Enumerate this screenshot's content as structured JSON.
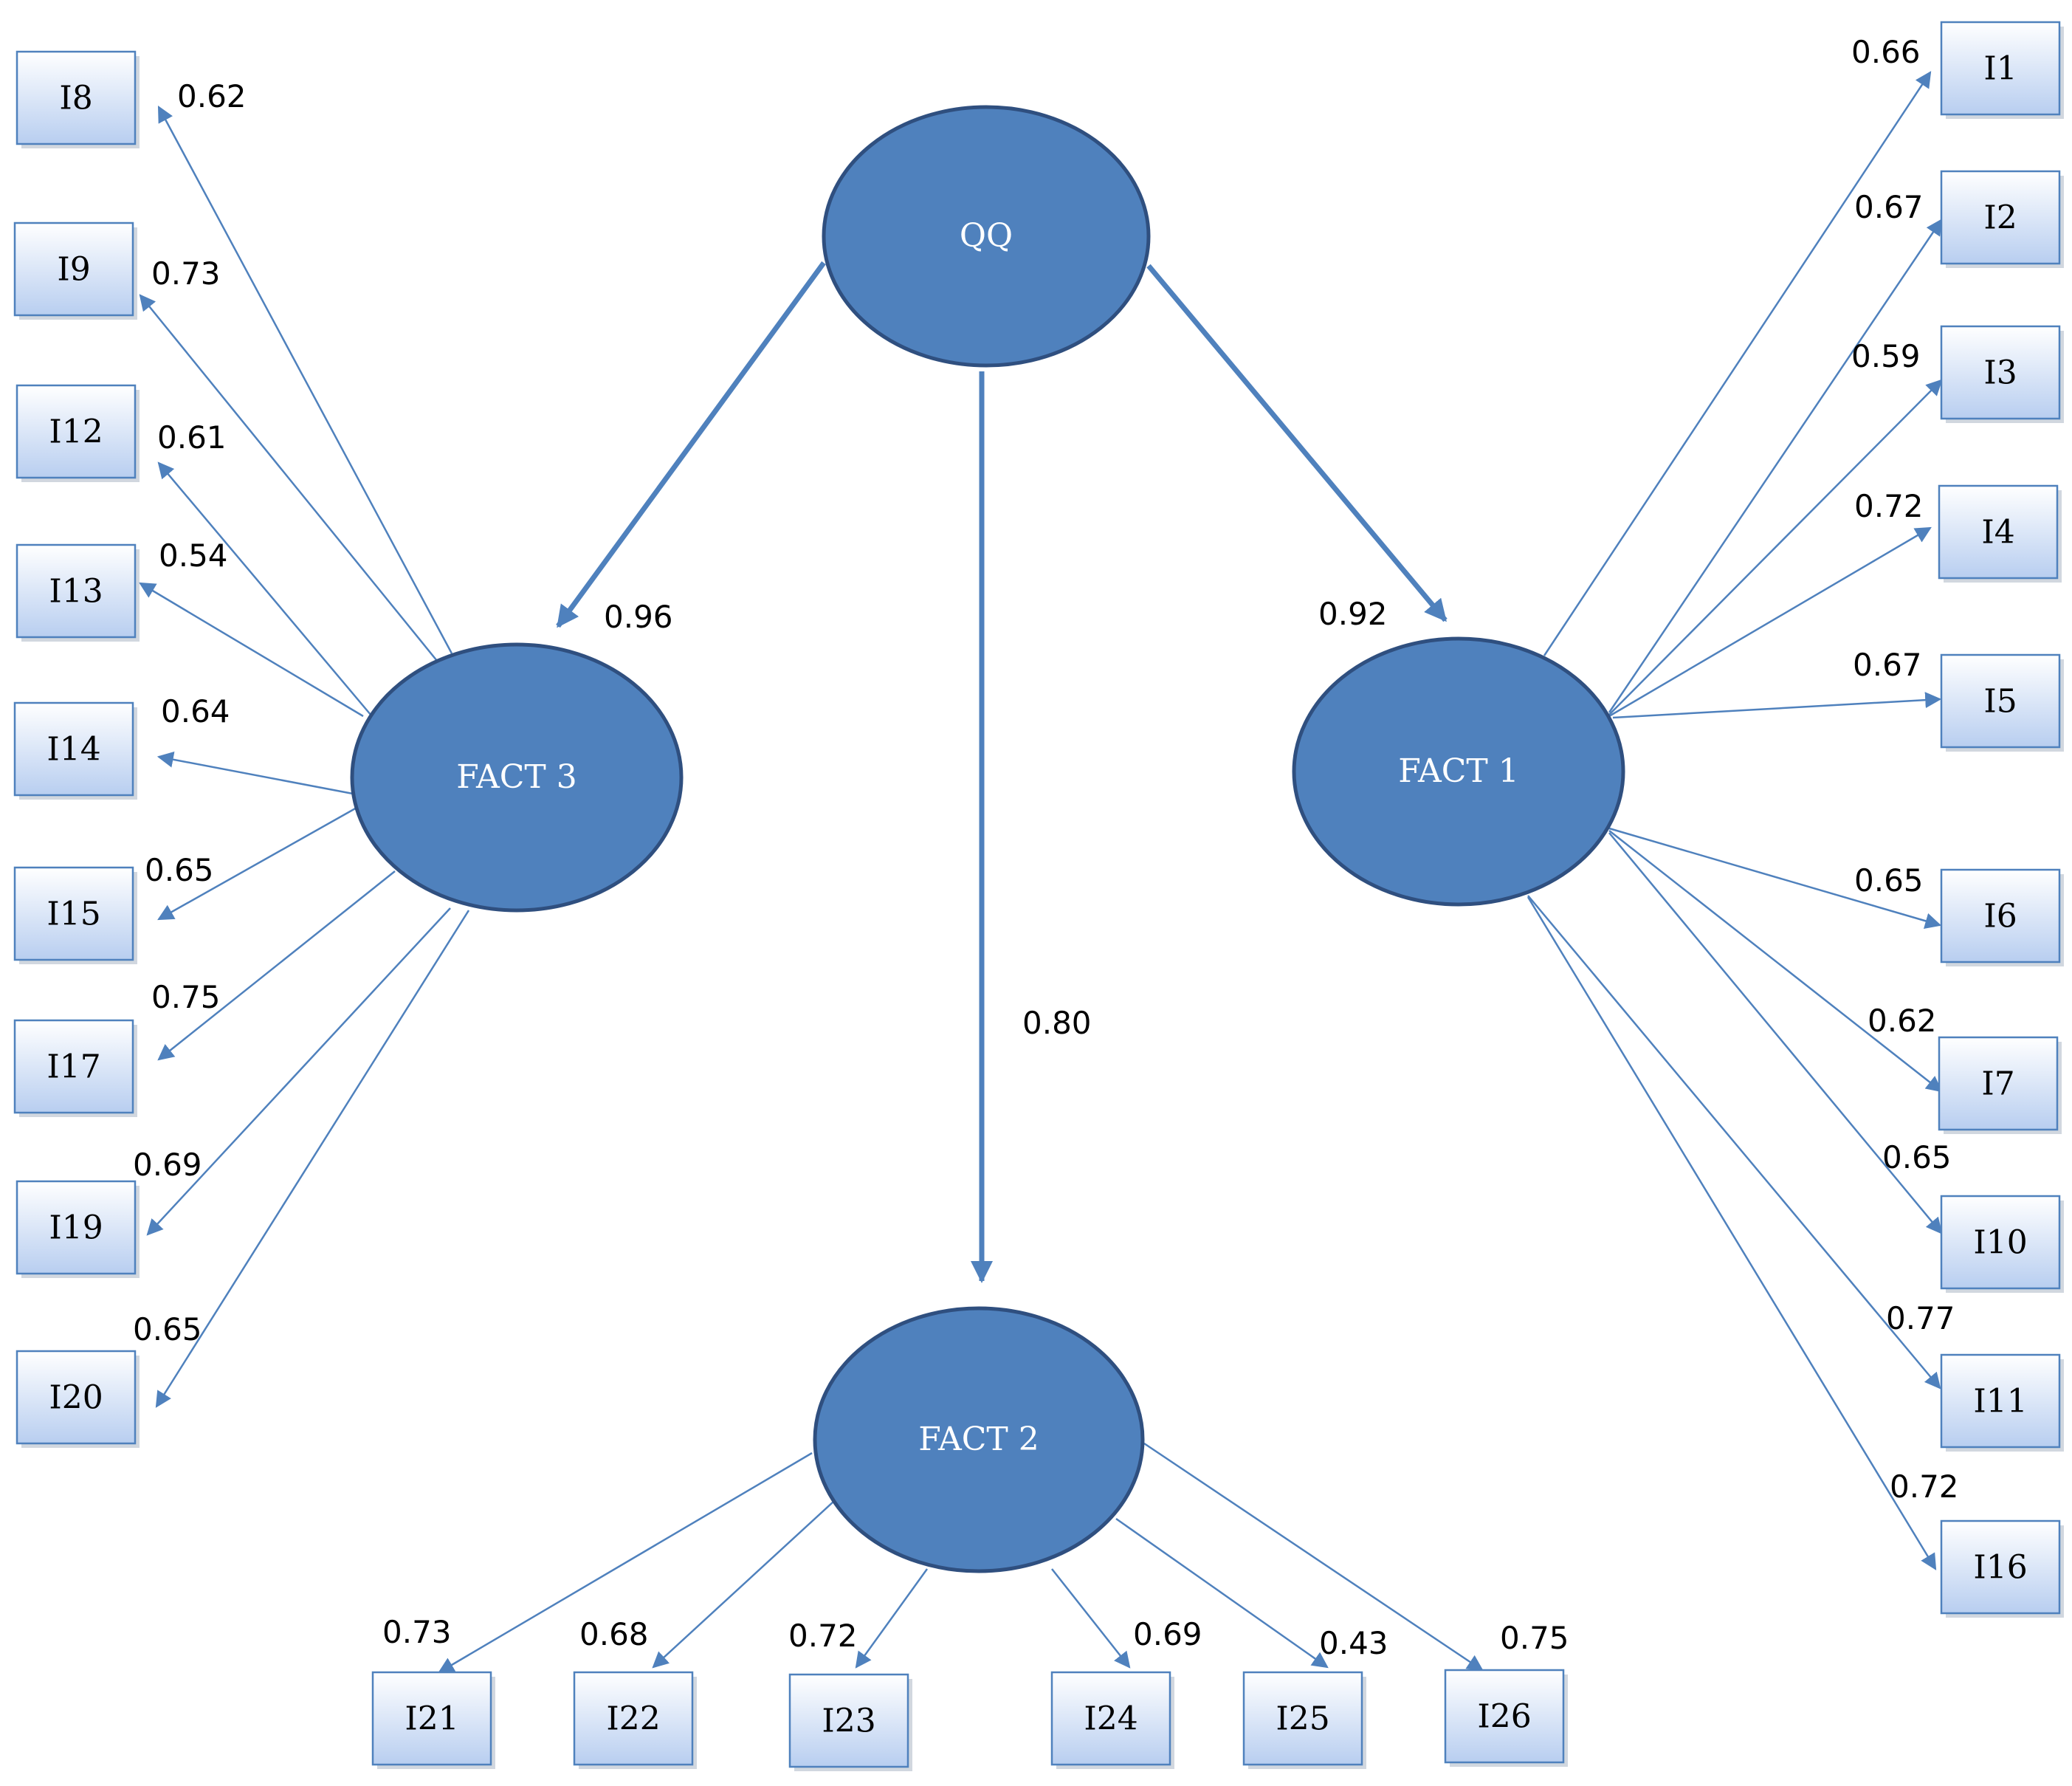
{
  "colors": {
    "ellipse_fill": "#4f81bd",
    "ellipse_stroke": "#2f4f7f",
    "arrow": "#4f81bd",
    "box_fill_top": "#ffffff",
    "box_fill_bottom": "#b8cef0",
    "box_stroke": "#4f81bd"
  },
  "latents": [
    {
      "id": "QQ",
      "label": "QQ"
    },
    {
      "id": "F3",
      "label": "FACT 3"
    },
    {
      "id": "F1",
      "label": "FACT 1"
    },
    {
      "id": "F2",
      "label": "FACT 2"
    }
  ],
  "structural_paths": [
    {
      "from": "QQ",
      "to": "F3",
      "coef": "0.96"
    },
    {
      "from": "QQ",
      "to": "F2",
      "coef": "0.80"
    },
    {
      "from": "QQ",
      "to": "F1",
      "coef": "0.92"
    }
  ],
  "indicators": [
    {
      "id": "I8",
      "label": "I8",
      "factor": "F3",
      "coef": "0.62"
    },
    {
      "id": "I9",
      "label": "I9",
      "factor": "F3",
      "coef": "0.73"
    },
    {
      "id": "I12",
      "label": "I12",
      "factor": "F3",
      "coef": "0.61"
    },
    {
      "id": "I13",
      "label": "I13",
      "factor": "F3",
      "coef": "0.54"
    },
    {
      "id": "I14",
      "label": "I14",
      "factor": "F3",
      "coef": "0.64"
    },
    {
      "id": "I15",
      "label": "I15",
      "factor": "F3",
      "coef": "0.65"
    },
    {
      "id": "I17",
      "label": "I17",
      "factor": "F3",
      "coef": "0.75"
    },
    {
      "id": "I19",
      "label": "I19",
      "factor": "F3",
      "coef": "0.69"
    },
    {
      "id": "I20",
      "label": "I20",
      "factor": "F3",
      "coef": "0.65"
    },
    {
      "id": "I1",
      "label": "I1",
      "factor": "F1",
      "coef": "0.66"
    },
    {
      "id": "I2",
      "label": "I2",
      "factor": "F1",
      "coef": "0.67"
    },
    {
      "id": "I3",
      "label": "I3",
      "factor": "F1",
      "coef": "0.59"
    },
    {
      "id": "I4",
      "label": "I4",
      "factor": "F1",
      "coef": "0.72"
    },
    {
      "id": "I5",
      "label": "I5",
      "factor": "F1",
      "coef": "0.67"
    },
    {
      "id": "I6",
      "label": "I6",
      "factor": "F1",
      "coef": "0.65"
    },
    {
      "id": "I7",
      "label": "I7",
      "factor": "F1",
      "coef": "0.62"
    },
    {
      "id": "I10",
      "label": "I10",
      "factor": "F1",
      "coef": "0.65"
    },
    {
      "id": "I11",
      "label": "I11",
      "factor": "F1",
      "coef": "0.77"
    },
    {
      "id": "I16",
      "label": "I16",
      "factor": "F1",
      "coef": "0.72"
    },
    {
      "id": "I21",
      "label": "I21",
      "factor": "F2",
      "coef": "0.73"
    },
    {
      "id": "I22",
      "label": "I22",
      "factor": "F2",
      "coef": "0.68"
    },
    {
      "id": "I23",
      "label": "I23",
      "factor": "F2",
      "coef": "0.72"
    },
    {
      "id": "I24",
      "label": "I24",
      "factor": "F2",
      "coef": "0.69"
    },
    {
      "id": "I25",
      "label": "I25",
      "factor": "F2",
      "coef": "0.43"
    },
    {
      "id": "I26",
      "label": "I26",
      "factor": "F2",
      "coef": "0.75"
    }
  ]
}
